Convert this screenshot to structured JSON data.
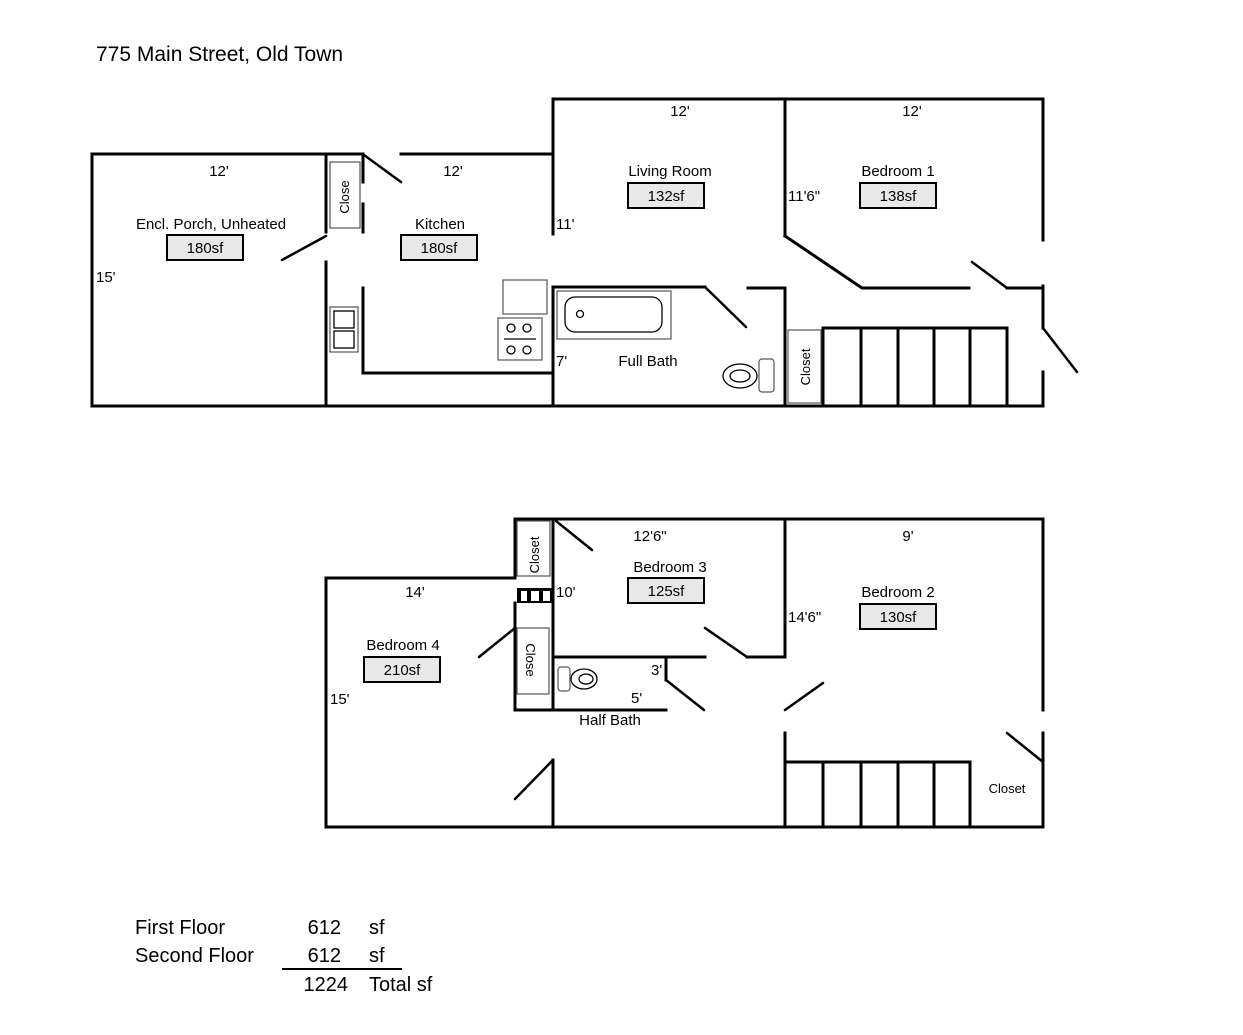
{
  "address": "775 Main Street, Old Town",
  "first_floor": {
    "porch": {
      "name": "Encl. Porch, Unheated",
      "area": "180sf",
      "width": "12'",
      "depth": "15'"
    },
    "closet_porch": {
      "name": "Close"
    },
    "kitchen": {
      "name": "Kitchen",
      "area": "180sf",
      "width": "12'"
    },
    "living_room": {
      "name": "Living Room",
      "area": "132sf",
      "width": "12'",
      "depth": "11'"
    },
    "bedroom1": {
      "name": "Bedroom 1",
      "area": "138sf",
      "width": "12'",
      "depth": "11'6\""
    },
    "full_bath": {
      "name": "Full Bath",
      "depth": "7'"
    },
    "closet_hall": {
      "name": "Closet"
    }
  },
  "second_floor": {
    "bedroom4": {
      "name": "Bedroom 4",
      "area": "210sf",
      "width": "14'",
      "depth": "15'"
    },
    "closet_top": {
      "name": "Closet"
    },
    "closet_mid": {
      "name": "Close"
    },
    "bedroom3": {
      "name": "Bedroom 3",
      "area": "125sf",
      "width": "12'6\"",
      "depth": "10'"
    },
    "bedroom2": {
      "name": "Bedroom 2",
      "area": "130sf",
      "width": "9'",
      "depth": "14'6\""
    },
    "half_bath": {
      "name": "Half Bath",
      "width": "5'",
      "depth": "3'"
    },
    "closet_stairs": {
      "name": "Closet"
    }
  },
  "totals": {
    "rows": [
      {
        "label": "First Floor",
        "value": "612",
        "unit": "sf"
      },
      {
        "label": "Second Floor",
        "value": "612",
        "unit": "sf"
      }
    ],
    "total_value": "1224",
    "total_unit": "Total sf"
  }
}
